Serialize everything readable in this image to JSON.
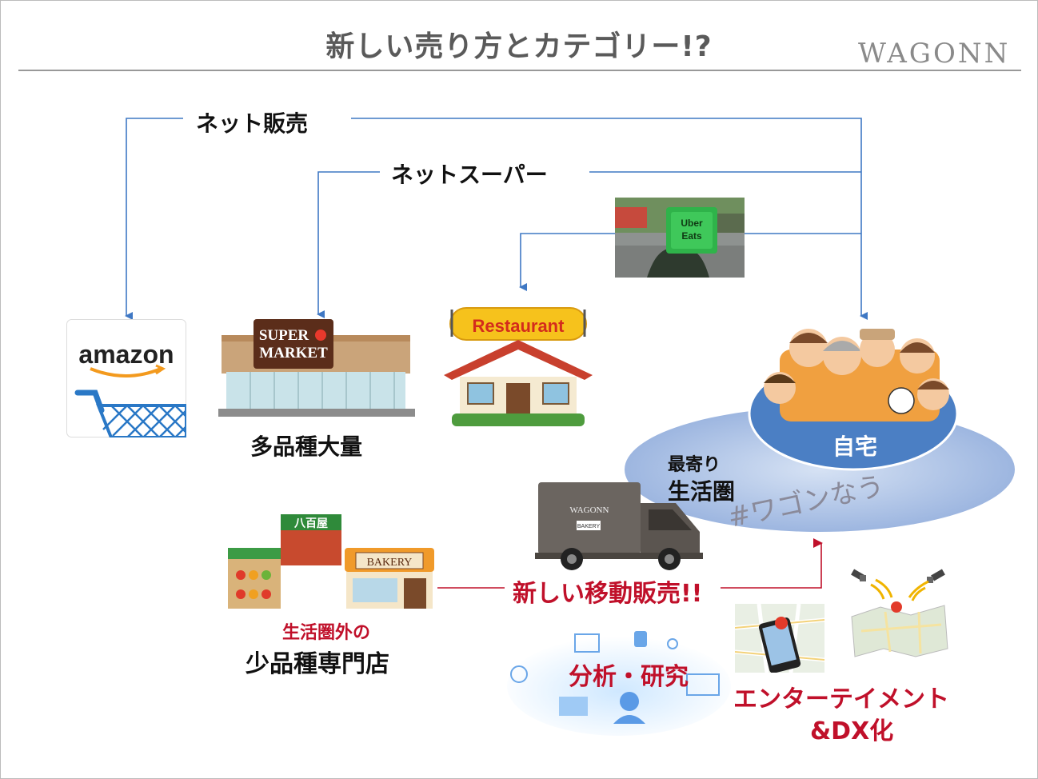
{
  "slide": {
    "title": "新しい売り方とカテゴリー!?",
    "brand": "WAGONN"
  },
  "routes": {
    "net_sales": "ネット販売",
    "net_super": "ネットスーパー"
  },
  "stores": {
    "amazon_logo": "amazon",
    "supermarket_sign_1": "SUPER",
    "supermarket_sign_2": "MARKET",
    "supermarket_caption": "多品種大量",
    "restaurant_sign": "Restaurant"
  },
  "delivery": {
    "uber_bag_1": "Uber",
    "uber_bag_2": "Eats"
  },
  "home": {
    "label": "自宅",
    "nearby_1": "最寄り",
    "nearby_2": "生活圏",
    "hashtag": "#ワゴンなう"
  },
  "specialty": {
    "greengrocer_sign": "八百屋",
    "bakery_sign": "BAKERY",
    "caption_red": "生活圏外の",
    "caption_black": "少品種専門店"
  },
  "mobile": {
    "label": "新しい移動販売!!",
    "truck_brand": "WAGONN",
    "truck_tag": "BAKERY"
  },
  "tech": {
    "analysis": "分析・研究",
    "entertainment_1": "エンターテイメント",
    "entertainment_2": "&DX化"
  },
  "colors": {
    "arrow_blue": "#3f78c4",
    "arrow_red": "#c0102a",
    "home_blue": "#4b7fc4",
    "label_red": "#c0102a"
  }
}
